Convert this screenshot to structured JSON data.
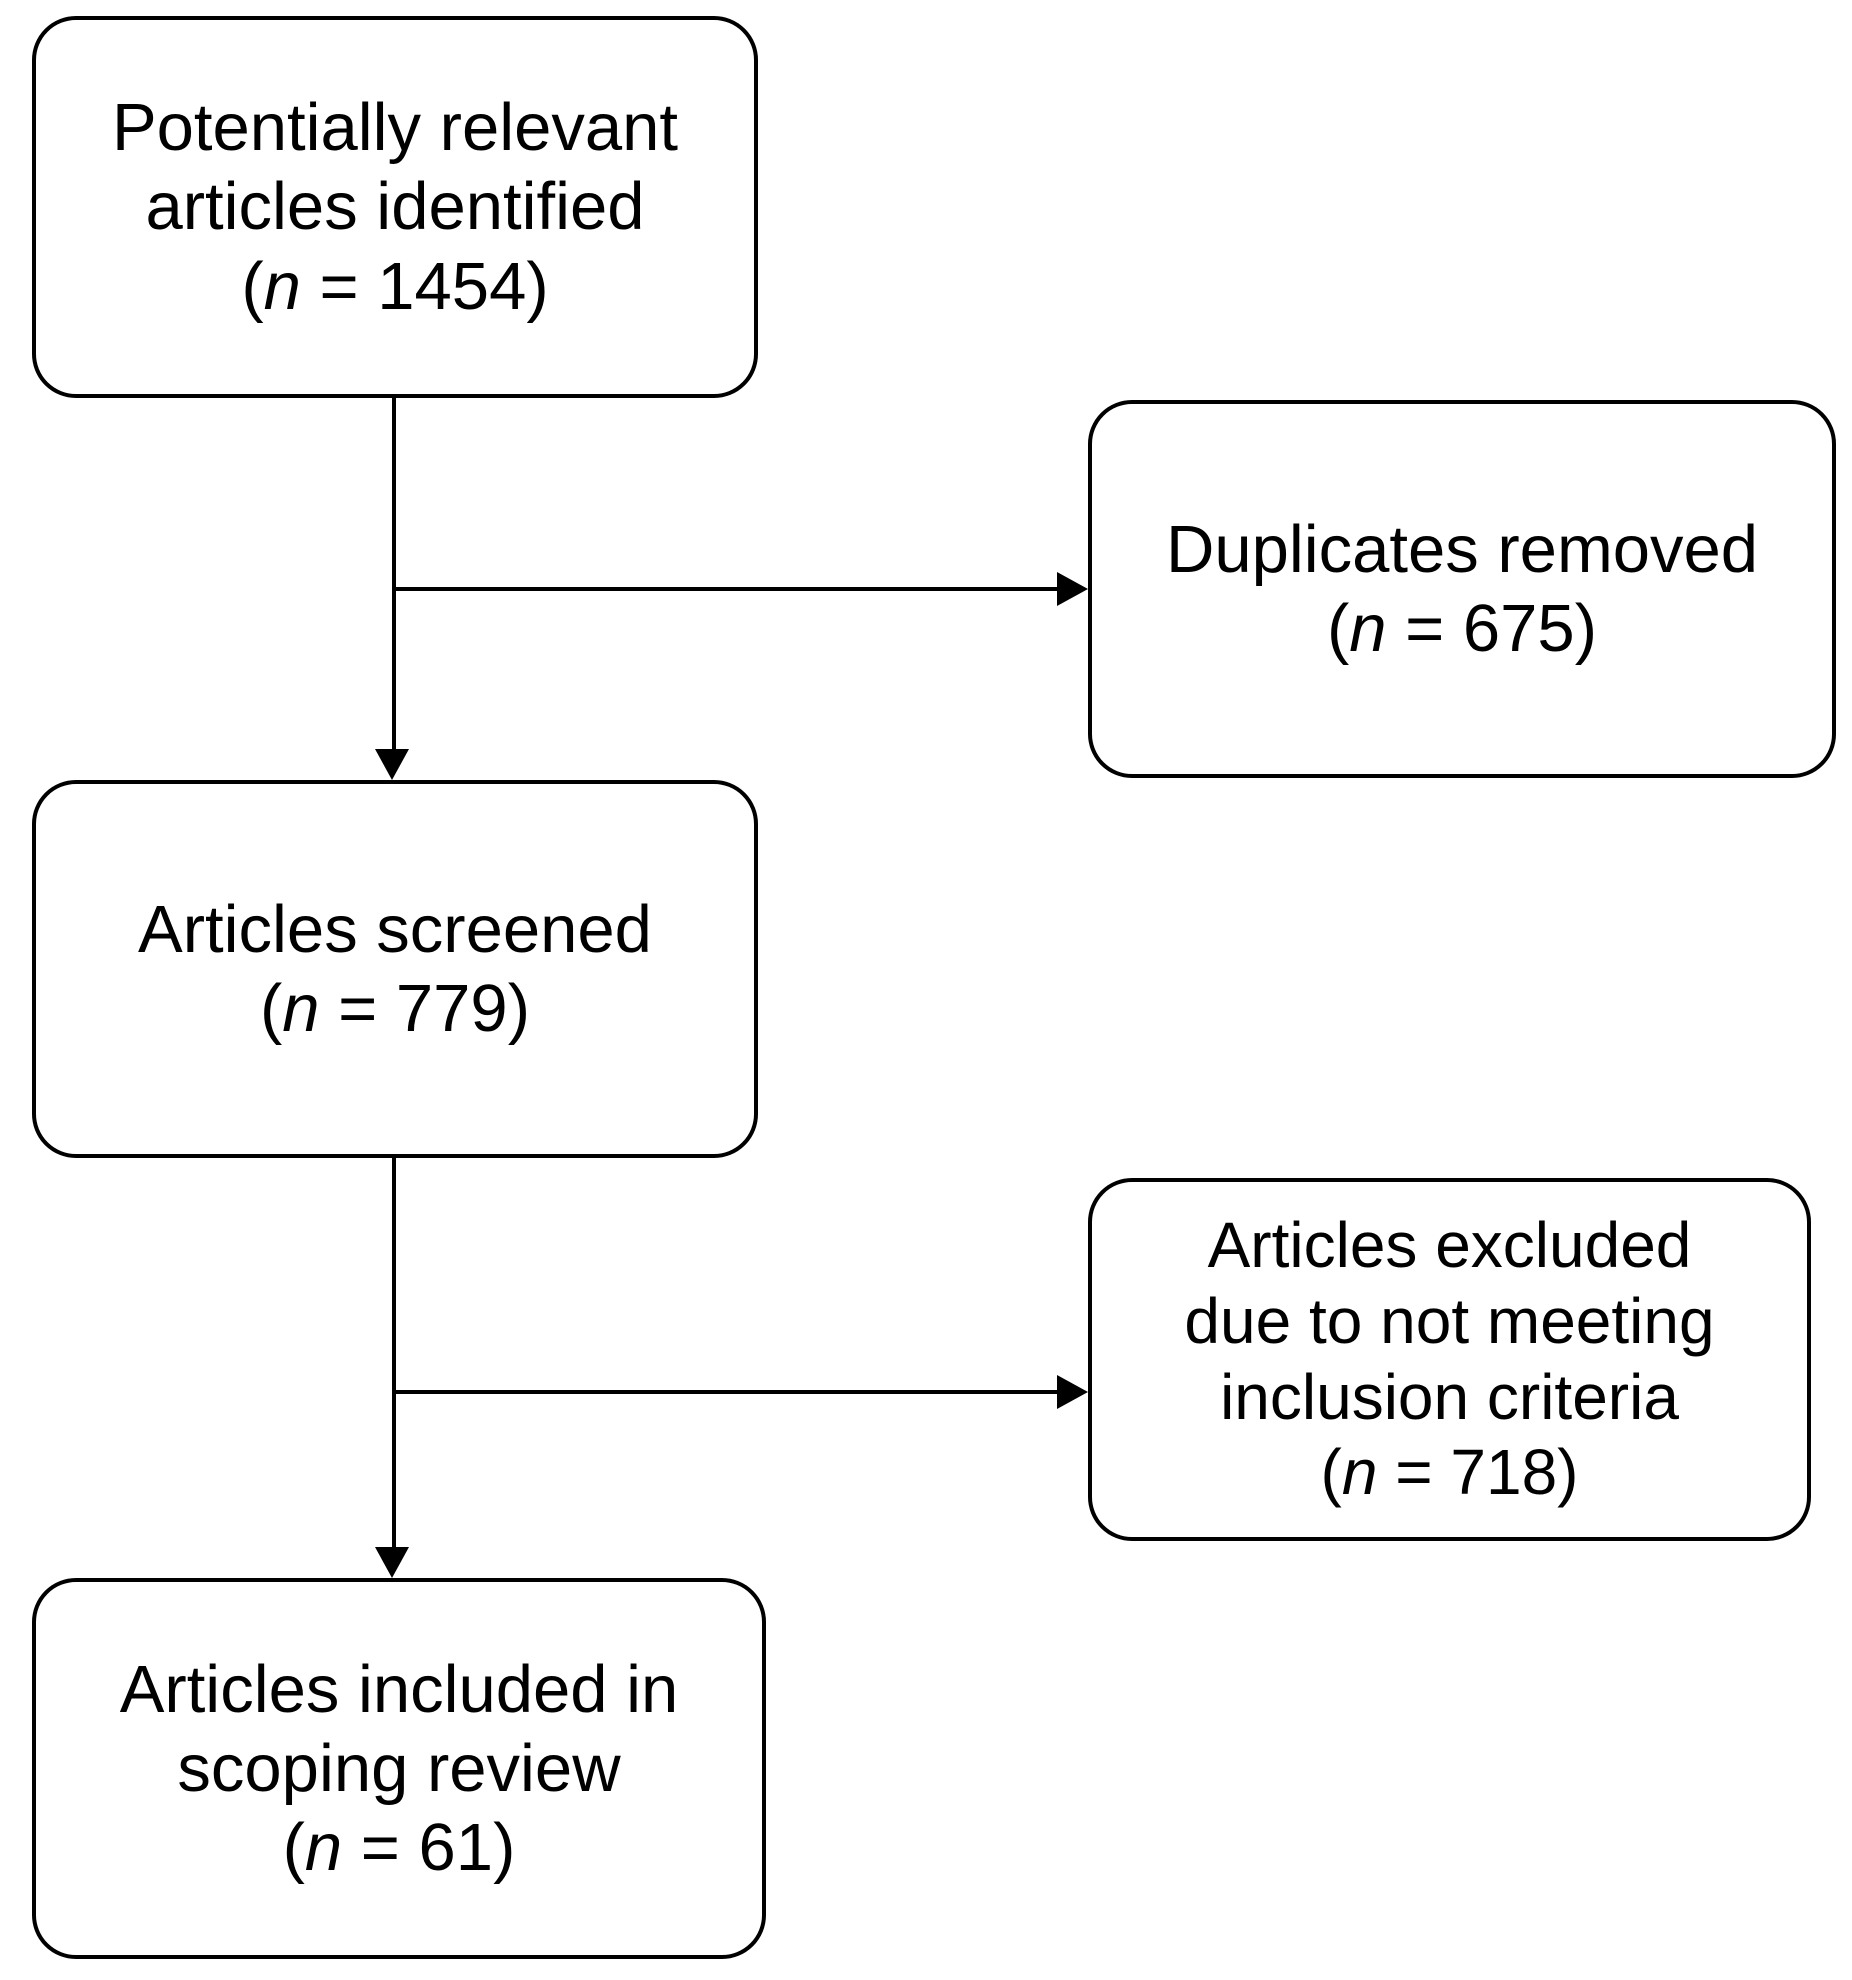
{
  "diagram": {
    "type": "prisma-flow-diagram",
    "title": "PRISMA scoping review article selection flow",
    "colors": {
      "stroke": "#000000",
      "background": "#ffffff",
      "text": "#000000"
    },
    "boxes": [
      {
        "id": "identified",
        "name": "Potentially relevant articles identified",
        "lines": [
          "Potentially relevant",
          "articles identified"
        ],
        "count_prefix": "(",
        "count_symbol": "n",
        "count_equals": " = ",
        "count_value": "1454",
        "count_suffix": ")",
        "count_text": "(n = 1454)",
        "n": 1454
      },
      {
        "id": "duplicates",
        "name": "Duplicates removed",
        "lines": [
          "Duplicates removed"
        ],
        "count_prefix": "(",
        "count_symbol": "n",
        "count_equals": " = ",
        "count_value": "675",
        "count_suffix": ")",
        "count_text": "(n = 675)",
        "n": 675
      },
      {
        "id": "screened",
        "name": "Articles screened",
        "lines": [
          "Articles screened"
        ],
        "count_prefix": "(",
        "count_symbol": "n",
        "count_equals": " = ",
        "count_value": "779",
        "count_suffix": ")",
        "count_text": "(n = 779)",
        "n": 779
      },
      {
        "id": "excluded",
        "name": "Articles excluded due to not meeting inclusion criteria",
        "lines": [
          "Articles excluded",
          "due to not meeting",
          "inclusion criteria"
        ],
        "count_prefix": "(",
        "count_symbol": "n",
        "count_equals": " = ",
        "count_value": "718",
        "count_suffix": ")",
        "count_text": "(n = 718)",
        "n": 718
      },
      {
        "id": "included",
        "name": "Articles included in scoping review",
        "lines": [
          "Articles included in",
          "scoping review"
        ],
        "count_prefix": "(",
        "count_symbol": "n",
        "count_equals": " = ",
        "count_value": "61",
        "count_suffix": ")",
        "count_text": "(n = 61)",
        "n": 61
      }
    ],
    "connectors": [
      {
        "id": "identified-to-screened",
        "from": "identified",
        "to": "screened",
        "direction": "down"
      },
      {
        "id": "identified-to-duplicates",
        "from": "identified",
        "to": "duplicates",
        "direction": "right"
      },
      {
        "id": "screened-to-included",
        "from": "screened",
        "to": "included",
        "direction": "down"
      },
      {
        "id": "screened-to-excluded",
        "from": "screened",
        "to": "excluded",
        "direction": "right"
      }
    ]
  }
}
